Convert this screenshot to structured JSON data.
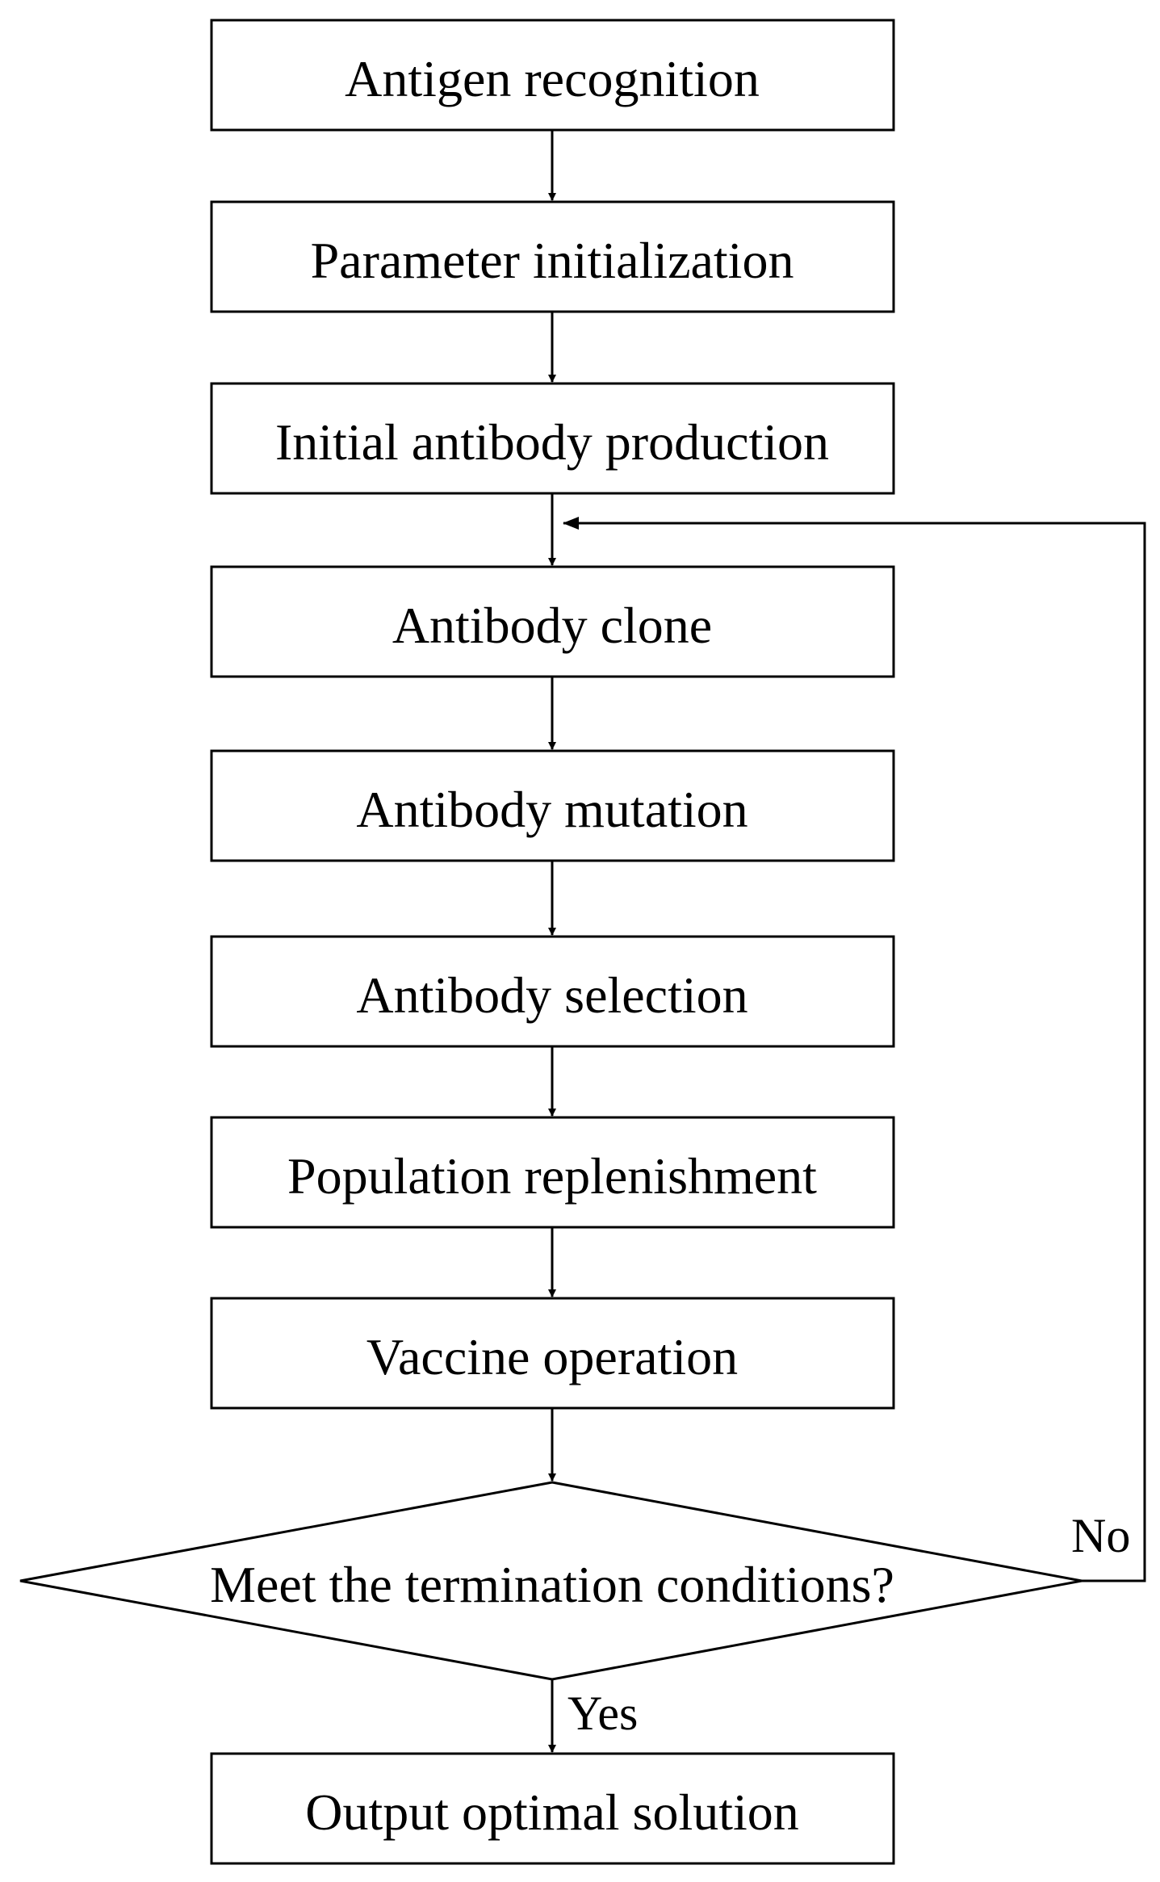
{
  "steps": [
    "Antigen recognition",
    "Parameter initialization",
    "Initial antibody production",
    "Antibody clone",
    "Antibody mutation",
    "Antibody selection",
    "Population replenishment",
    "Vaccine operation"
  ],
  "decision": "Meet the termination conditions?",
  "branch_no": "No",
  "branch_yes": "Yes",
  "output": "Output optimal solution"
}
